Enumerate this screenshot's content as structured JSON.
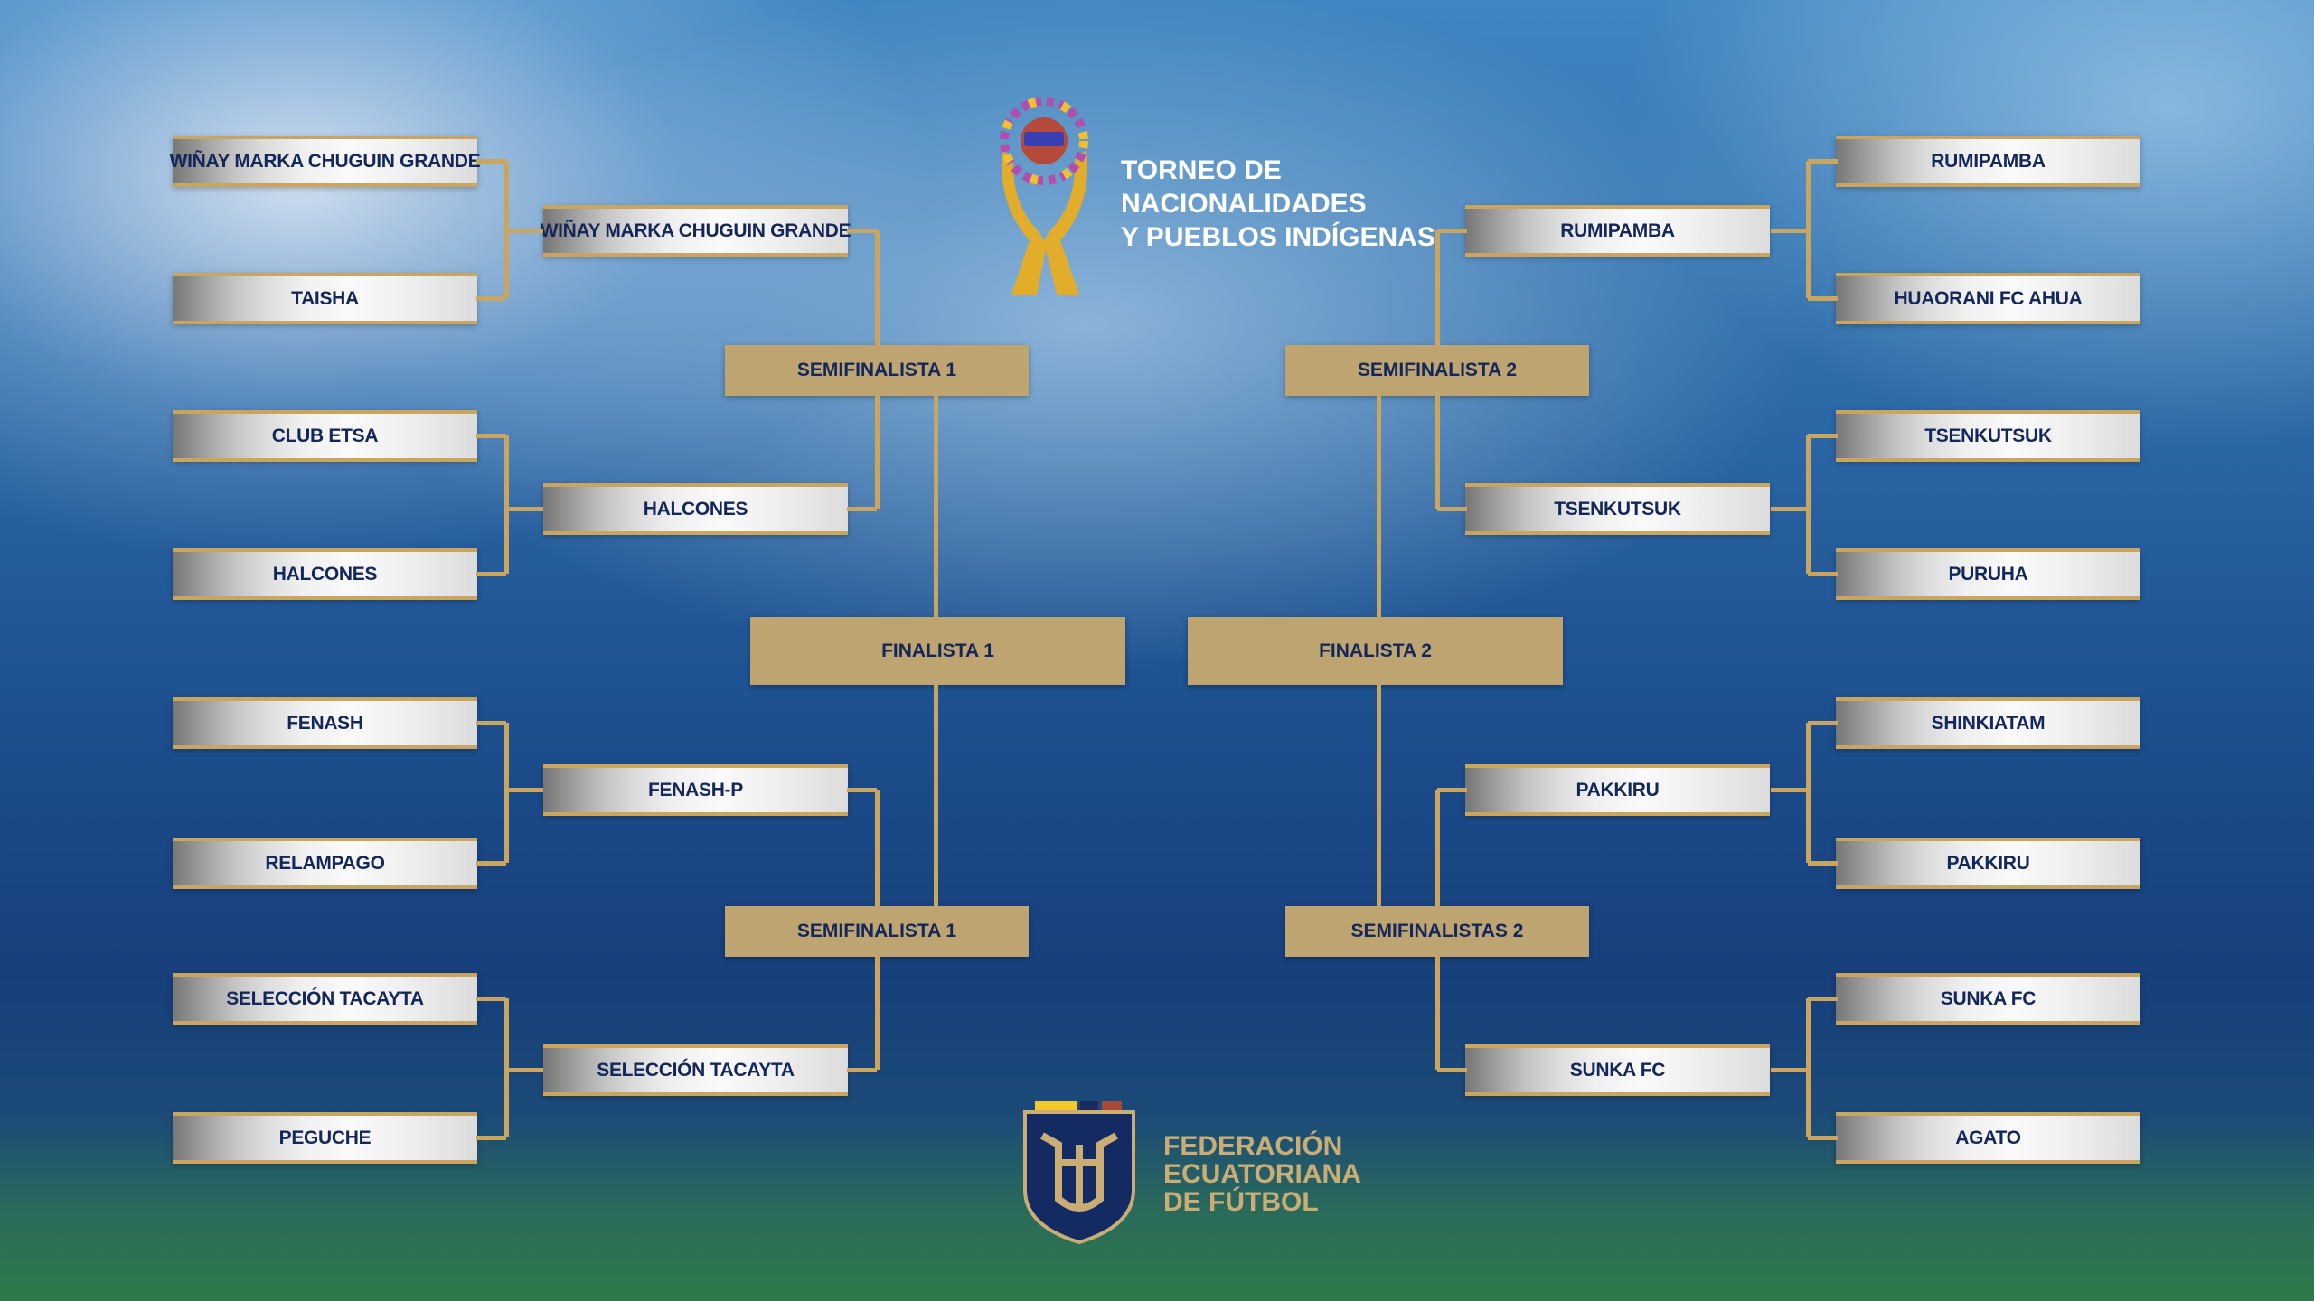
{
  "tournament": {
    "title_lines": [
      "TORNEO DE",
      "NACIONALIDADES",
      "Y PUEBLOS INDÍGENAS"
    ]
  },
  "federation": {
    "name_lines": [
      "FEDERACIÓN",
      "ECUATORIANA",
      "DE FÚTBOL"
    ]
  },
  "left": {
    "round1": [
      "WIÑAY MARKA CHUGUIN GRANDE",
      "TAISHA",
      "CLUB ETSA",
      "HALCONES",
      "FENASH",
      "RELAMPAGO",
      "SELECCIÓN TACAYTA",
      "PEGUCHE"
    ],
    "round2": [
      "WIÑAY MARKA CHUGUIN GRANDE",
      "HALCONES",
      "FENASH-P",
      "SELECCIÓN TACAYTA"
    ],
    "semis": [
      "SEMIFINALISTA 1",
      "SEMIFINALISTA 1"
    ],
    "final": "FINALISTA 1"
  },
  "right": {
    "round1": [
      "RUMIPAMBA",
      "HUAORANI FC AHUA",
      "TSENKUTSUK",
      "PURUHA",
      "SHINKIATAM",
      "PAKKIRU",
      "SUNKA FC",
      "AGATO"
    ],
    "round2": [
      "RUMIPAMBA",
      "TSENKUTSUK",
      "PAKKIRU",
      "SUNKA FC"
    ],
    "semis": [
      "SEMIFINALISTA 2",
      "SEMIFINALISTAS 2"
    ],
    "final": "FINALISTA 2"
  },
  "colors": {
    "gold": "#c9a560",
    "navy": "#14275a"
  }
}
